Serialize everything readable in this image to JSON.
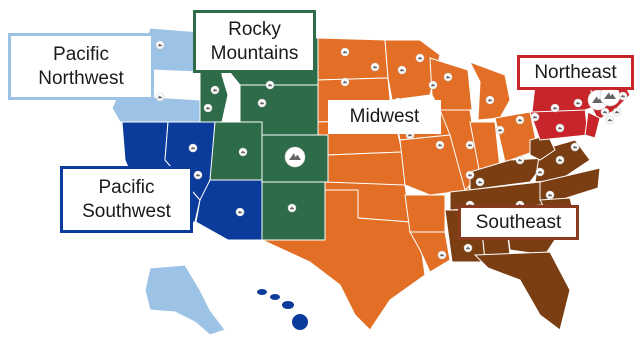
{
  "regions": [
    {
      "id": "pacific-northwest",
      "label": "Pacific\nNorthwest",
      "color": "#9cc3e6",
      "border": "#9cc3e6"
    },
    {
      "id": "rocky-mountains",
      "label": "Rocky\nMountains",
      "color": "#2e6b48",
      "border": "#2e6b48"
    },
    {
      "id": "pacific-southwest",
      "label": "Pacific\nSouthwest",
      "color": "#0b3b9b",
      "border": "#0b3b9b"
    },
    {
      "id": "midwest",
      "label": "Midwest",
      "color": "#e26f25",
      "border": "#e26f25"
    },
    {
      "id": "northeast",
      "label": "Northeast",
      "color": "#c8252a",
      "border": "#c8252a"
    },
    {
      "id": "southeast",
      "label": "Southeast",
      "color": "#7a3e12",
      "border": "#8a3b1f"
    }
  ],
  "colors": {
    "alaska": "#9cc3e6",
    "hawaii": "#0b3b9b",
    "state_border": "#ffffff",
    "marker": "#ffffff"
  },
  "marker_icon": "mountain-pin-icon"
}
